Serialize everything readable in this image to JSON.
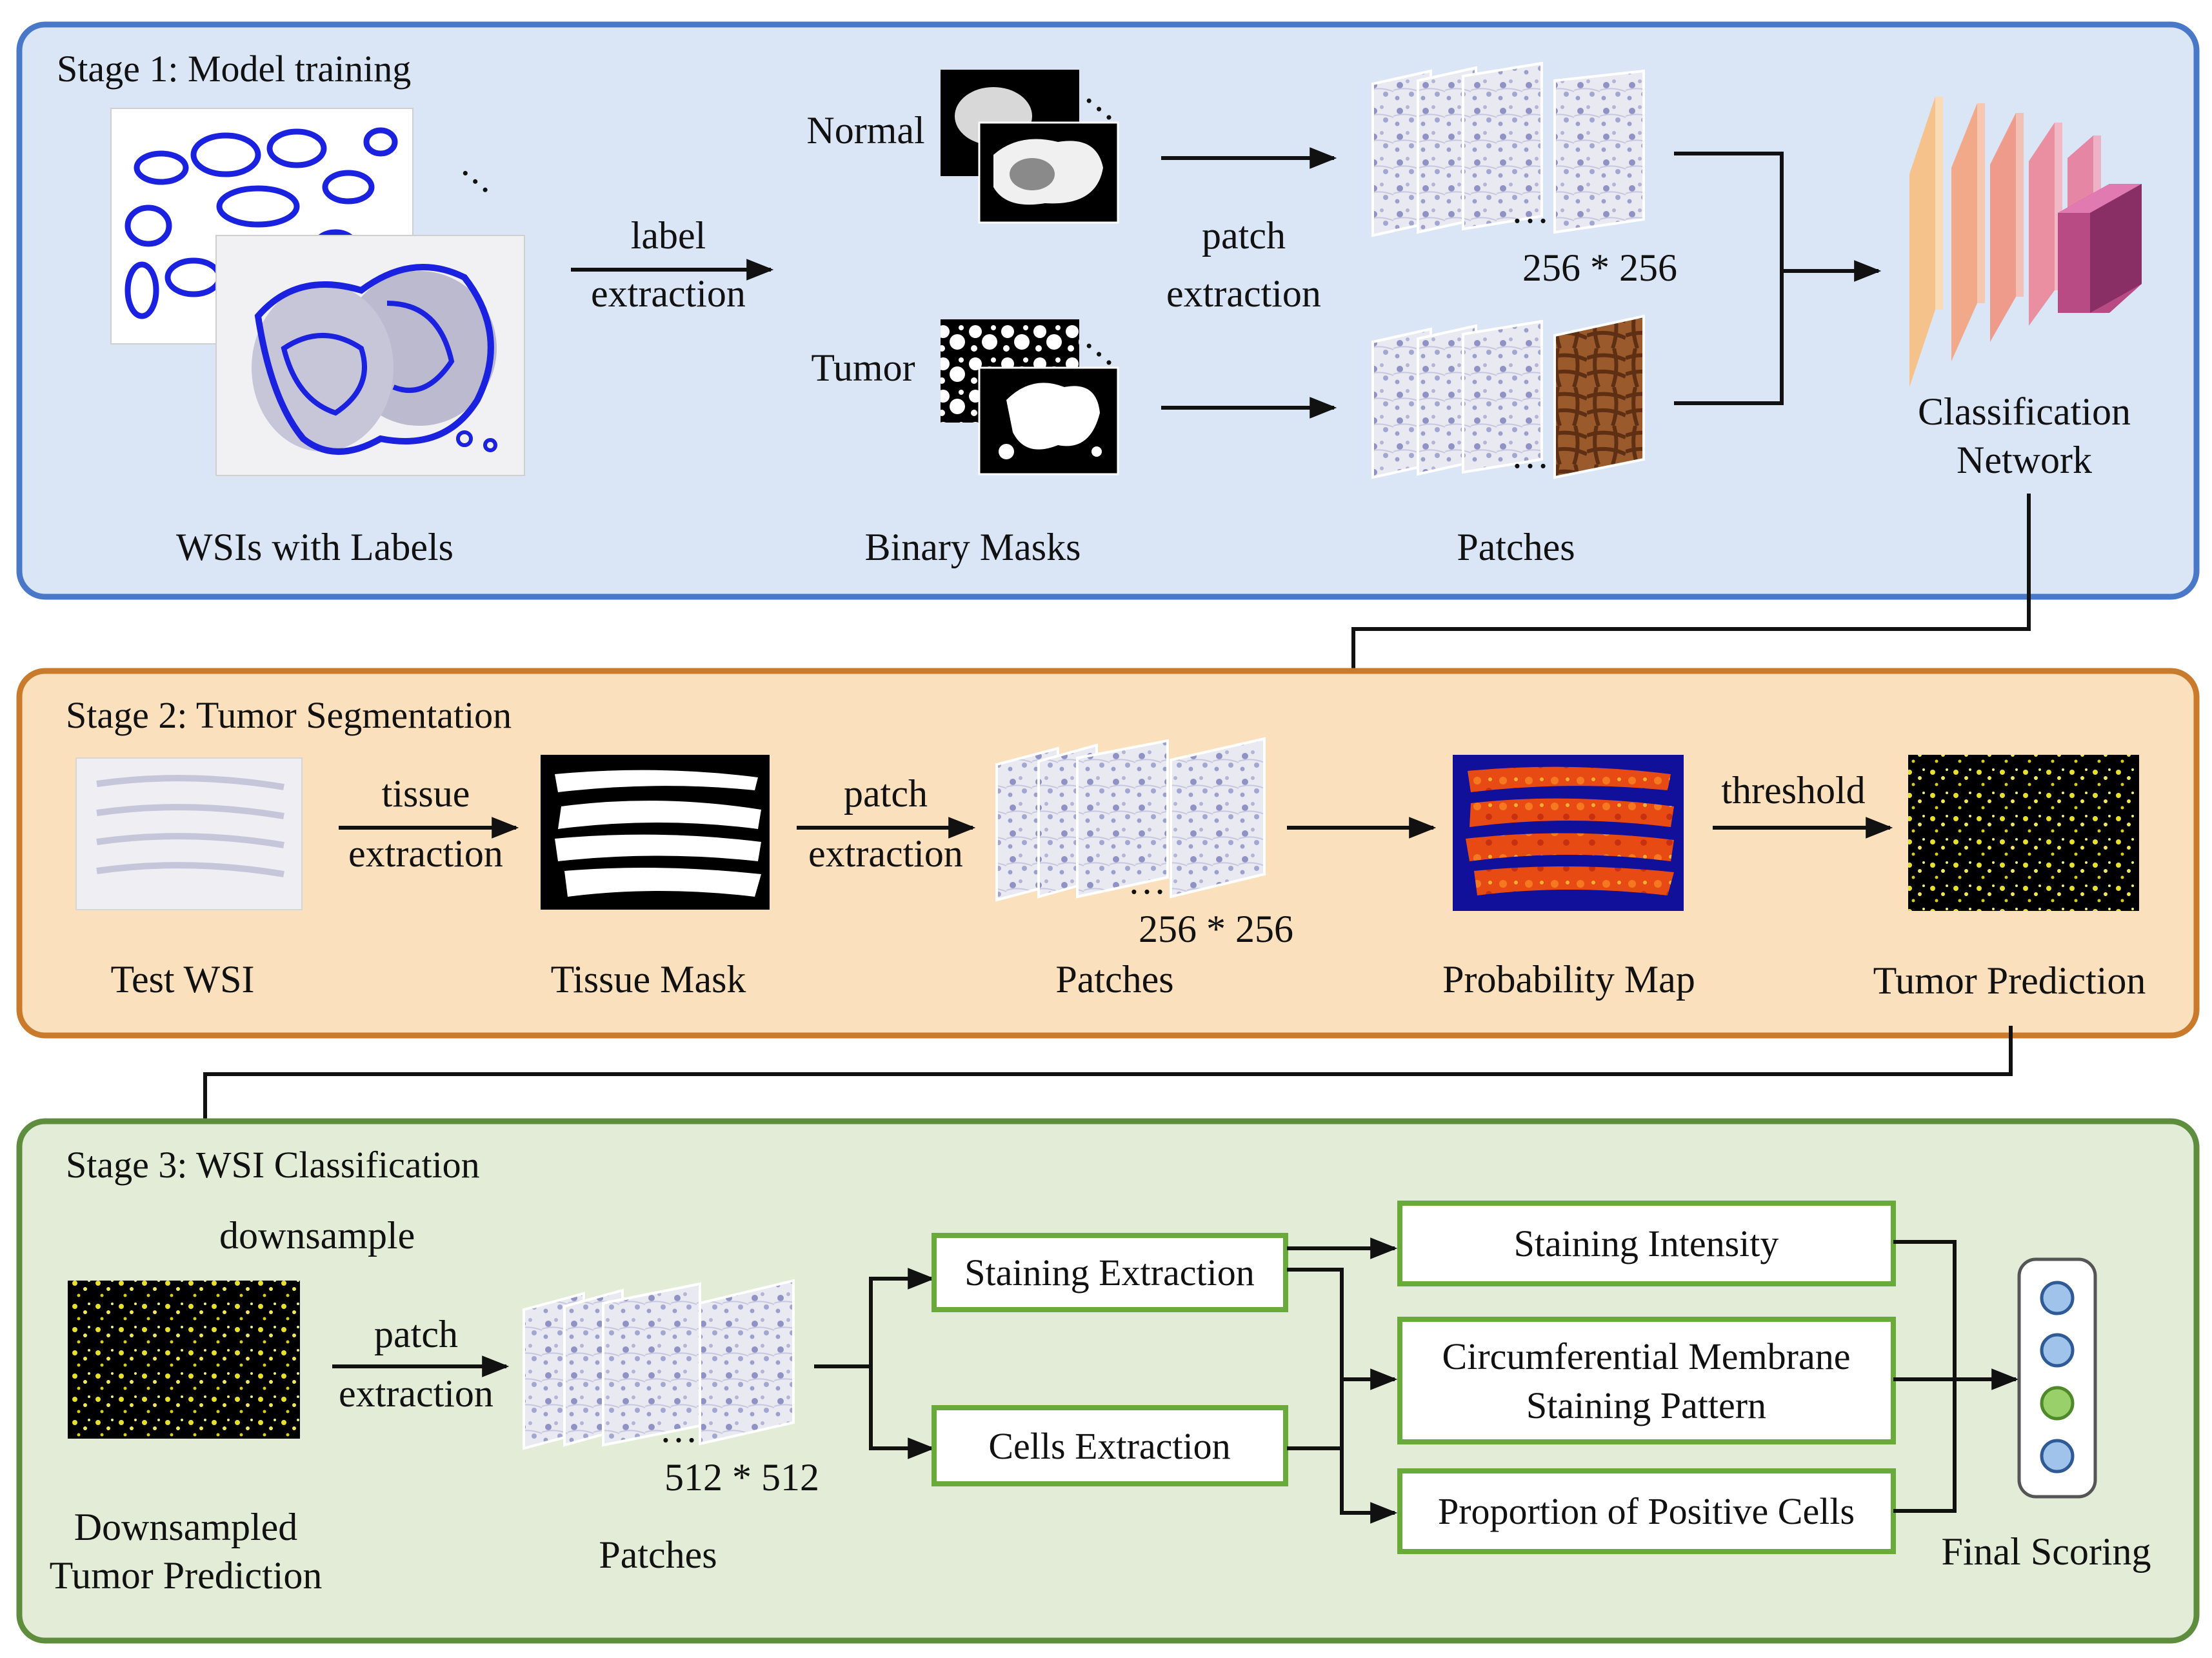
{
  "stage1": {
    "title": "Stage 1: Model training",
    "wsi_caption": "WSIs with  Labels",
    "arrow_label_line1": "label",
    "arrow_label_line2": "extraction",
    "normal_label": "Normal",
    "tumor_label": "Tumor",
    "masks_caption": "Binary  Masks",
    "patch_label_line1": "patch",
    "patch_label_line2": "extraction",
    "size_label": "256 * 256",
    "patches_caption": "Patches",
    "network_caption_line1": "Classification",
    "network_caption_line2": "Network"
  },
  "stage2": {
    "title": "Stage 2:  Tumor Segmentation",
    "test_wsi_caption": "Test WSI",
    "tissue_label_line1": "tissue",
    "tissue_label_line2": "extraction",
    "tissue_mask_caption": "Tissue Mask",
    "patch_label_line1": "patch",
    "patch_label_line2": "extraction",
    "size_label": "256 * 256",
    "patches_caption": "Patches",
    "prob_map_caption": "Probability  Map",
    "threshold_label": "threshold",
    "tumor_pred_caption": "Tumor Prediction"
  },
  "stage3": {
    "title": "Stage 3:  WSI Classification",
    "downsample_label": "downsample",
    "downsampled_caption_line1": "Downsampled",
    "downsampled_caption_line2": "Tumor Prediction",
    "patch_label_line1": "patch",
    "patch_label_line2": "extraction",
    "size_label": "512 * 512",
    "patches_caption": "Patches",
    "staining_extraction": "Staining  Extraction",
    "cells_extraction": "Cells  Extraction",
    "staining_intensity": "Staining  Intensity",
    "circumferential_line1": "Circumferential  Membrane",
    "circumferential_line2": "Staining  Pattern",
    "proportion_positive": "Proportion of Positive  Cells",
    "final_scoring": "Final  Scoring"
  },
  "ellipsis": "…",
  "colors": {
    "stage1_fill": "#dae6f5",
    "stage1_border": "#4a78c8",
    "stage2_fill": "#fbe0bd",
    "stage2_border": "#c97a2a",
    "stage3_fill": "#e2ecd6",
    "stage3_border": "#5f8d3e",
    "box_border": "#6aaa3a",
    "node_blue": "#9fc3ea",
    "node_green": "#9ad06a",
    "label_blue": "#1a22e0",
    "heat_bg": "#10109a",
    "heat_fg": "#e84a14",
    "tumor_yellow": "#e8e02a"
  }
}
